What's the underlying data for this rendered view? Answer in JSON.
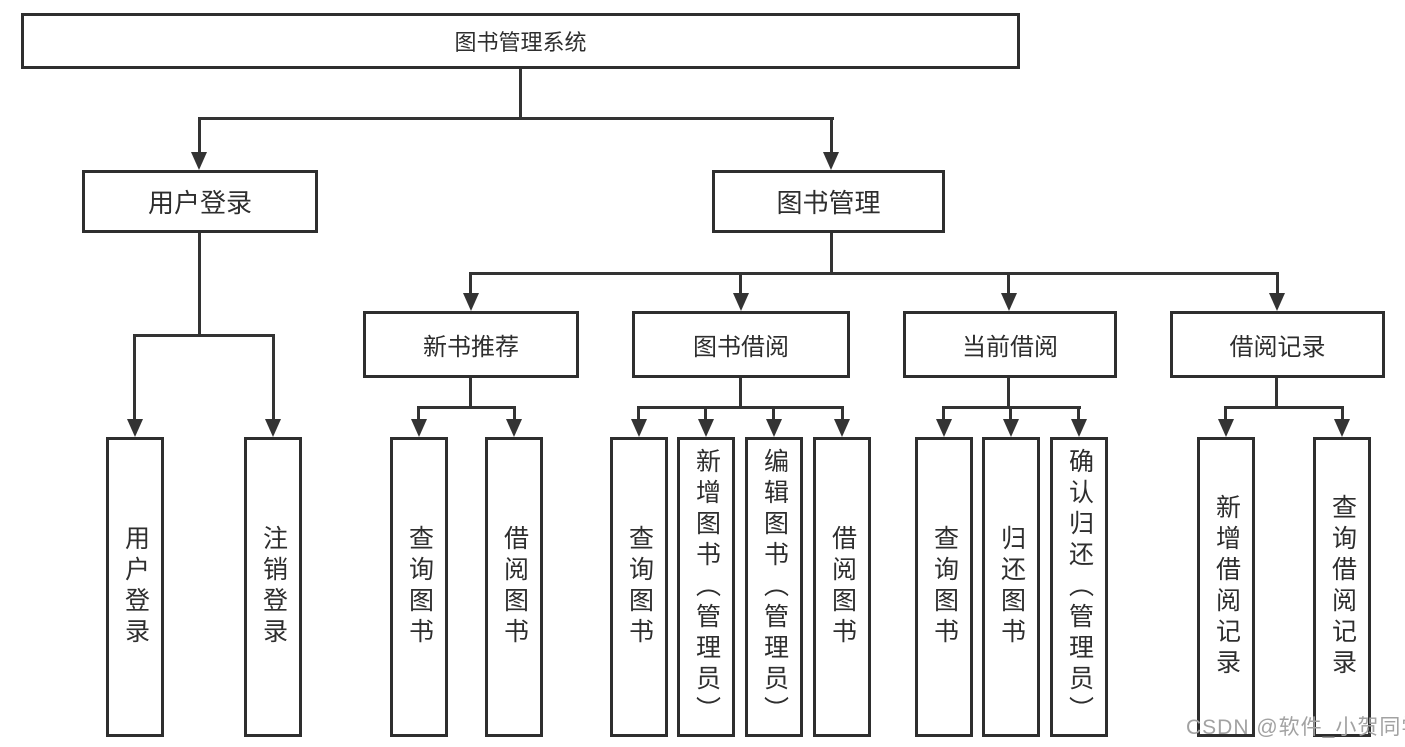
{
  "diagram": {
    "title": "图书管理系统",
    "tree": {
      "root": {
        "label": "图书管理系统"
      },
      "children": [
        {
          "label": "用户登录",
          "children": [
            {
              "label": "用户登录"
            },
            {
              "label": "注销登录"
            }
          ]
        },
        {
          "label": "图书管理",
          "children": [
            {
              "label": "新书推荐",
              "children": [
                {
                  "label": "查询图书"
                },
                {
                  "label": "借阅图书"
                }
              ]
            },
            {
              "label": "图书借阅",
              "children": [
                {
                  "label": "查询图书"
                },
                {
                  "label": "新增图书（管理员）"
                },
                {
                  "label": "编辑图书（管理员）"
                },
                {
                  "label": "借阅图书"
                }
              ]
            },
            {
              "label": "当前借阅",
              "children": [
                {
                  "label": "查询图书"
                },
                {
                  "label": "归还图书"
                },
                {
                  "label": "确认归还（管理员）"
                }
              ]
            },
            {
              "label": "借阅记录",
              "children": [
                {
                  "label": "新增借阅记录"
                },
                {
                  "label": "查询借阅记录"
                }
              ]
            }
          ]
        }
      ]
    },
    "colors": {
      "line": "#333333",
      "border": "#2e2e2e",
      "text": "#2e2e2e",
      "watermark": "#a2a2a2",
      "background": "#ffffff"
    },
    "watermark": {
      "text": "CSDN @软件_小贺同学"
    }
  }
}
